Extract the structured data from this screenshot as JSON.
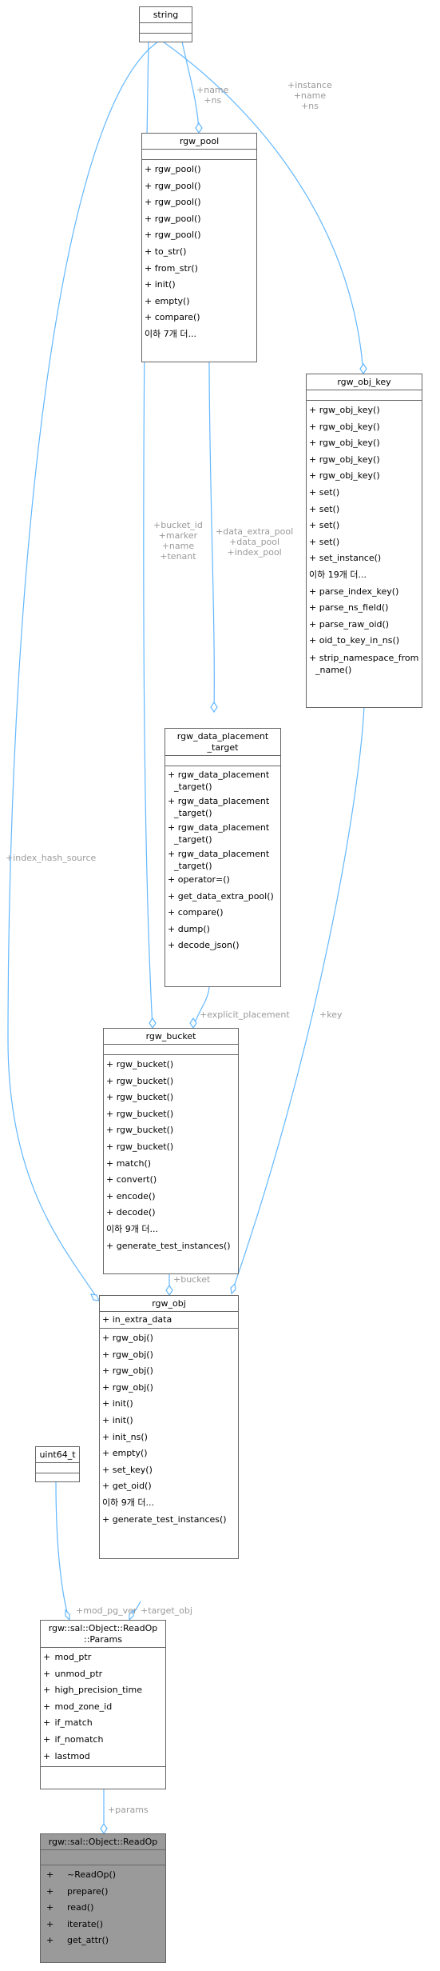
{
  "classes": {
    "string": {
      "name": "string",
      "attributes": [],
      "methods": []
    },
    "rgw_pool": {
      "name": "rgw_pool",
      "attributes": [],
      "methods": [
        "+ rgw_pool()",
        "+ rgw_pool()",
        "+ rgw_pool()",
        "+ rgw_pool()",
        "+ rgw_pool()",
        "+ to_str()",
        "+ from_str()",
        "+ init()",
        "+ empty()",
        "+ compare()",
        "이하 7개 더..."
      ]
    },
    "rgw_obj_key": {
      "name": "rgw_obj_key",
      "attributes": [],
      "methods": [
        "+ rgw_obj_key()",
        "+ rgw_obj_key()",
        "+ rgw_obj_key()",
        "+ rgw_obj_key()",
        "+ rgw_obj_key()",
        "+ set()",
        "+ set()",
        "+ set()",
        "+ set()",
        "+ set_instance()",
        "이하 19개 더...",
        "+ parse_index_key()",
        "+ parse_ns_field()",
        "+ parse_raw_oid()",
        "+ oid_to_key_in_ns()",
        "+ strip_namespace_from",
        "_name()"
      ]
    },
    "rgw_data_placement_target": {
      "name_lines": [
        "rgw_data_placement",
        "_target"
      ],
      "attributes": [],
      "methods": [
        "+ rgw_data_placement",
        "_target()",
        "+ rgw_data_placement",
        "_target()",
        "+ rgw_data_placement",
        "_target()",
        "+ rgw_data_placement",
        "_target()",
        "+ operator=()",
        "+ get_data_extra_pool()",
        "+ compare()",
        "+ dump()",
        "+ decode_json()"
      ]
    },
    "rgw_bucket": {
      "name": "rgw_bucket",
      "attributes": [],
      "methods": [
        "+ rgw_bucket()",
        "+ rgw_bucket()",
        "+ rgw_bucket()",
        "+ rgw_bucket()",
        "+ rgw_bucket()",
        "+ rgw_bucket()",
        "+ match()",
        "+ convert()",
        "+ encode()",
        "+ decode()",
        "이하 9개 더...",
        "+ generate_test_instances()"
      ]
    },
    "rgw_obj": {
      "name": "rgw_obj",
      "attributes": [
        "+ in_extra_data"
      ],
      "methods": [
        "+ rgw_obj()",
        "+ rgw_obj()",
        "+ rgw_obj()",
        "+ rgw_obj()",
        "+ init()",
        "+ init()",
        "+ init_ns()",
        "+ empty()",
        "+ set_key()",
        "+ get_oid()",
        "이하 9개 더...",
        "+ generate_test_instances()"
      ]
    },
    "uint64_t": {
      "name": "uint64_t",
      "attributes": [],
      "methods": []
    },
    "params": {
      "name_lines": [
        "rgw::sal::Object::ReadOp",
        "::Params"
      ],
      "attributes": [
        {
          "v": "+",
          "n": "mod_ptr"
        },
        {
          "v": "+",
          "n": "unmod_ptr"
        },
        {
          "v": "+",
          "n": "high_precision_time"
        },
        {
          "v": "+",
          "n": "mod_zone_id"
        },
        {
          "v": "+",
          "n": "if_match"
        },
        {
          "v": "+",
          "n": "if_nomatch"
        },
        {
          "v": "+",
          "n": "lastmod"
        }
      ],
      "methods": []
    },
    "readop": {
      "name": "rgw::sal::Object::ReadOp",
      "attributes": [],
      "methods": [
        {
          "v": "+",
          "n": "~ReadOp()"
        },
        {
          "v": "+",
          "n": "prepare()"
        },
        {
          "v": "+",
          "n": "read()"
        },
        {
          "v": "+",
          "n": "iterate()"
        },
        {
          "v": "+",
          "n": "get_attr()"
        }
      ]
    }
  },
  "edge_labels": {
    "pool_from_string": [
      "+name",
      "+ns"
    ],
    "objkey_from_string": [
      "+instance",
      "+name",
      "+ns"
    ],
    "bucket_from_string": [
      "+bucket_id",
      "+marker",
      "+name",
      "+tenant"
    ],
    "dpt_from_pool": [
      "+data_extra_pool",
      "+data_pool",
      "+index_pool"
    ],
    "obj_from_string": [
      "+index_hash_source"
    ],
    "bucket_from_dpt": [
      "+explicit_placement"
    ],
    "obj_from_objkey": [
      "+key"
    ],
    "obj_from_bucket": [
      "+bucket"
    ],
    "params_from_uint64": [
      "+mod_pg_ver"
    ],
    "params_from_obj": [
      "+target_obj"
    ],
    "readop_from_params": [
      "+params"
    ]
  },
  "colors": {
    "edge": "#63b8ff",
    "label": "#9a9a9a",
    "border": "#666666",
    "highlight": "#9a9a9a"
  }
}
